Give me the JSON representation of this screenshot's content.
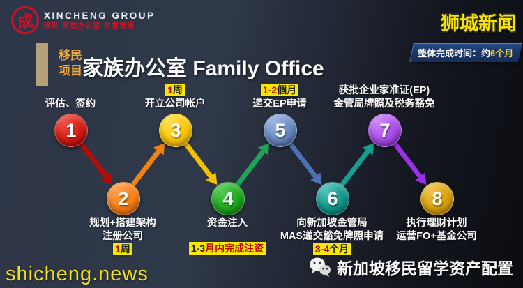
{
  "header": {
    "logo": {
      "seal_char": "成",
      "company": "XINCHENG GROUP",
      "tagline": "移民·家族办公室·财富管理"
    },
    "site_name": "狮城新闻",
    "project_tag_line1": "移民",
    "project_tag_line2": "项目",
    "title": "家族办公室 Family Office",
    "duration_badge": {
      "prefix": "整体完成时间：约",
      "highlight": "6个月"
    }
  },
  "colors": {
    "background_left": "#2f3949",
    "background_right": "#0b0d12",
    "highlight_yellow": "#f6e800",
    "badge_number_red": "#c00000",
    "badge_text_dark": "#222222",
    "duration_badge_blue": "#1d3a6d",
    "gold_bar": "#b4a17a",
    "title_tag_gold": "#eeab3a"
  },
  "flow": {
    "steps": [
      {
        "number": "1",
        "position": "top",
        "color_light": "#ef5044",
        "color_main": "#d31a10",
        "color_dark": "#9c0505",
        "arrow_color": "#b50d06",
        "labels": [
          {
            "type": "text",
            "text": "评估、签约"
          }
        ]
      },
      {
        "number": "2",
        "position": "bottom",
        "color_light": "#ffa04d",
        "color_main": "#f57e16",
        "color_dark": "#c85c06",
        "arrow_color": "#f0830f",
        "labels": [
          {
            "type": "text",
            "text": "规划+搭建架构"
          },
          {
            "type": "text",
            "text": "注册公司"
          },
          {
            "type": "badge",
            "parts": [
              {
                "text": "1",
                "color": "#c00000"
              },
              {
                "text": "周",
                "color": "#222222"
              }
            ]
          }
        ]
      },
      {
        "number": "3",
        "position": "top",
        "color_light": "#ffe14d",
        "color_main": "#fdc500",
        "color_dark": "#d9a400",
        "arrow_color": "#f2c200",
        "labels": [
          {
            "type": "badge",
            "parts": [
              {
                "text": "1",
                "color": "#c00000"
              },
              {
                "text": "周",
                "color": "#222222"
              }
            ]
          },
          {
            "type": "text",
            "text": "开立公司帐户"
          }
        ]
      },
      {
        "number": "4",
        "position": "bottom",
        "color_light": "#55cc55",
        "color_main": "#1ea81e",
        "color_dark": "#0e7a12",
        "arrow_color": "#1fa35a",
        "labels": [
          {
            "type": "text",
            "text": "资金注入"
          },
          {
            "type": "spacer"
          },
          {
            "type": "badge",
            "parts": [
              {
                "text": "1-3",
                "color": "#222222"
              },
              {
                "text": "月内完成注资",
                "color": "#c00000"
              }
            ]
          }
        ]
      },
      {
        "number": "5",
        "position": "top",
        "color_light": "#9ab4e0",
        "color_main": "#6787c3",
        "color_dark": "#42619e",
        "arrow_color": "#4d72b4",
        "labels": [
          {
            "type": "badge",
            "parts": [
              {
                "text": "1-2",
                "color": "#c00000"
              },
              {
                "text": "個月",
                "color": "#222222"
              }
            ]
          },
          {
            "type": "text",
            "text": "递交EP申请"
          }
        ]
      },
      {
        "number": "6",
        "position": "bottom",
        "color_light": "#4dc4b8",
        "color_main": "#12958a",
        "color_dark": "#086e65",
        "arrow_color": "#13a092",
        "labels": [
          {
            "type": "text",
            "text": "向新加坡金管局"
          },
          {
            "type": "text",
            "text": "MAS递交豁免牌照申请"
          },
          {
            "type": "badge",
            "parts": [
              {
                "text": "3-4",
                "color": "#c00000"
              },
              {
                "text": "个月",
                "color": "#222222"
              }
            ]
          }
        ]
      },
      {
        "number": "7",
        "position": "top",
        "color_light": "#cc88f8",
        "color_main": "#a94ae8",
        "color_dark": "#7f22c0",
        "arrow_color": "#9c2fe8",
        "labels": [
          {
            "type": "text",
            "text": "获批企业家准证(EP)"
          },
          {
            "type": "text",
            "text": "金管局牌照及税务豁免"
          }
        ]
      },
      {
        "number": "8",
        "position": "bottom",
        "color_light": "#f2c44d",
        "color_main": "#d99e06",
        "color_dark": "#b07c00",
        "arrow_color": null,
        "labels": [
          {
            "type": "text",
            "text": "执行理财计划"
          },
          {
            "type": "text",
            "text": "运营FO+基金公司"
          }
        ]
      }
    ]
  },
  "footer": {
    "site_url": "shicheng.news",
    "wechat_label": "新加坡移民留学资产配置"
  }
}
